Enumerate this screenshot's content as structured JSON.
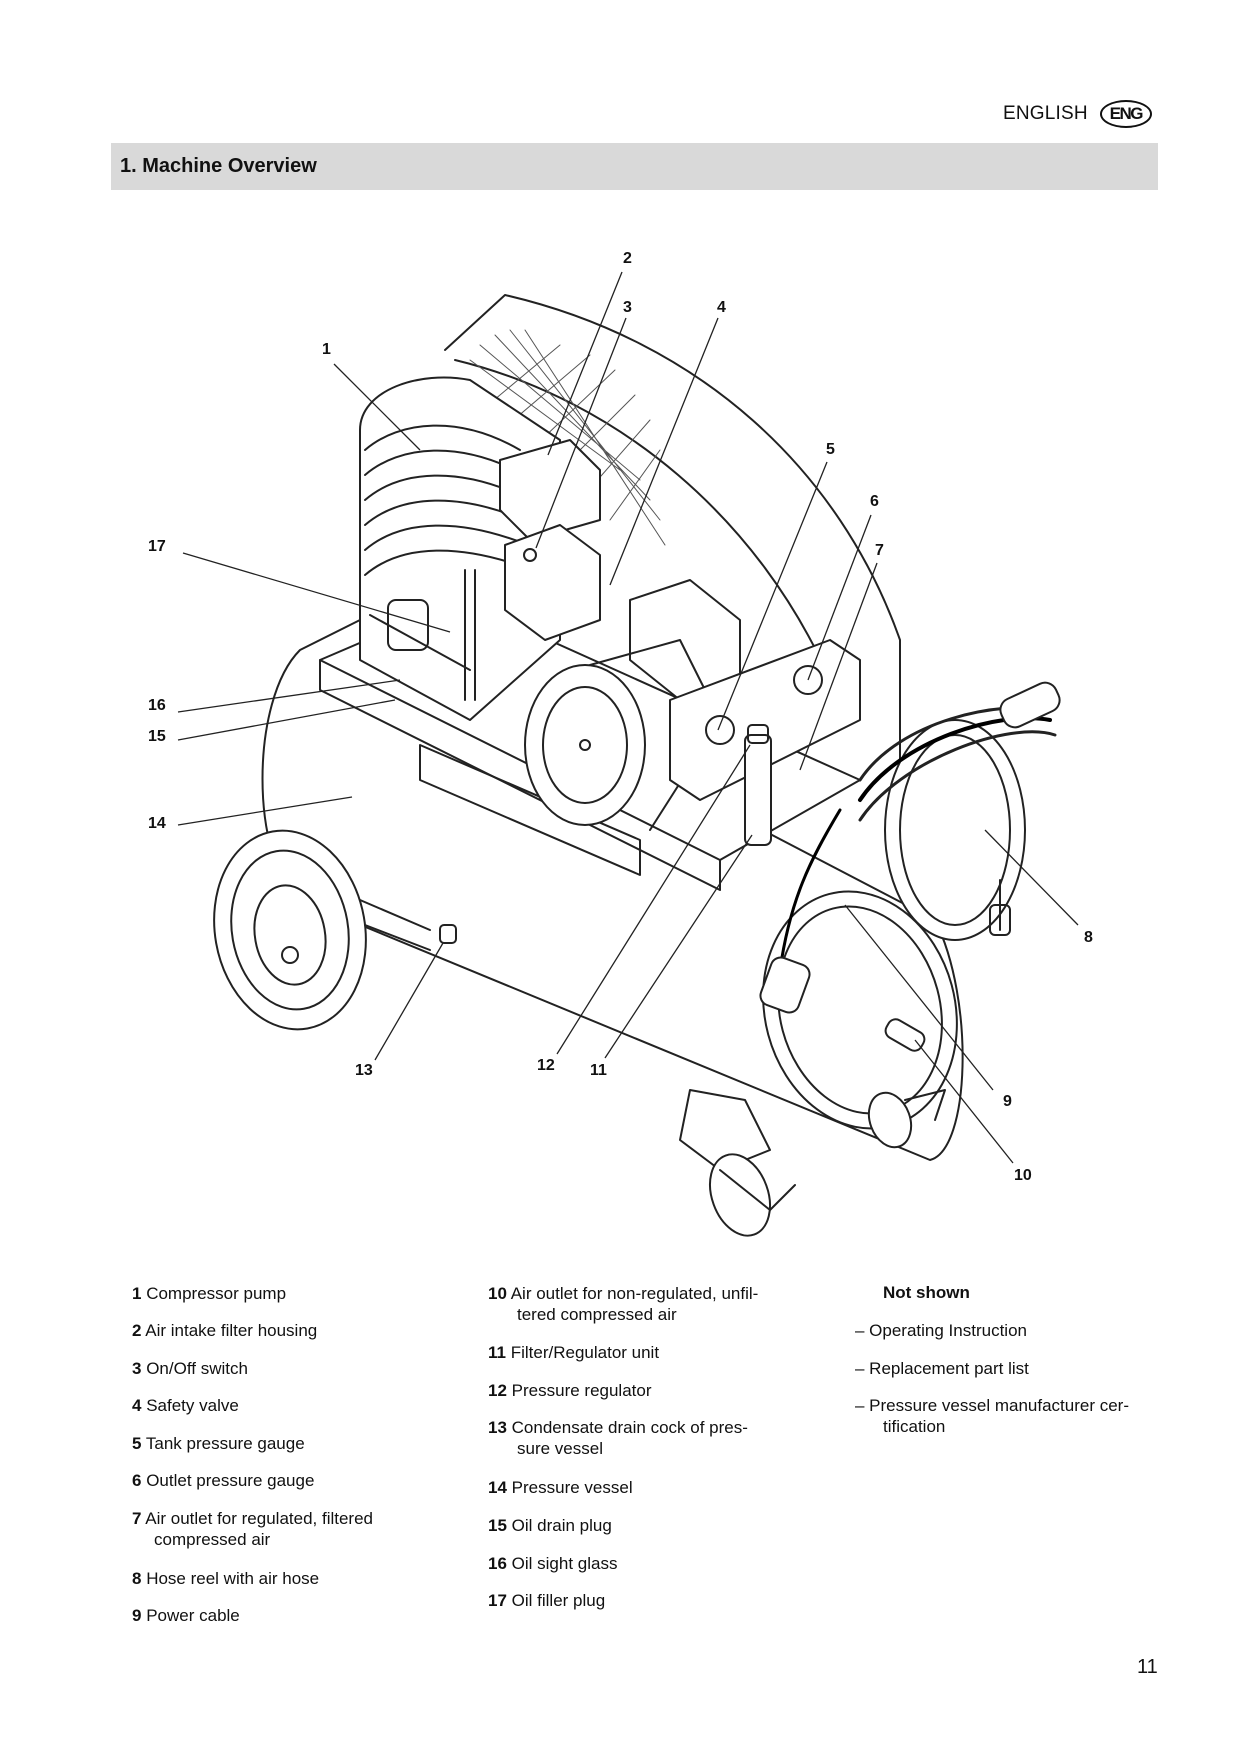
{
  "header": {
    "language_label": "ENGLISH",
    "language_badge": "ENG"
  },
  "section": {
    "title": "1. Machine Overview"
  },
  "diagram": {
    "description": "Line drawing of wheeled air compressor with hose reel",
    "callouts": [
      "1",
      "2",
      "3",
      "4",
      "5",
      "6",
      "7",
      "8",
      "9",
      "10",
      "11",
      "12",
      "13",
      "14",
      "15",
      "16",
      "17"
    ]
  },
  "legend": {
    "column1": [
      {
        "num": "1",
        "text": "Compressor pump",
        "cont": ""
      },
      {
        "num": "2",
        "text": "Air intake filter housing",
        "cont": ""
      },
      {
        "num": "3",
        "text": "On/Off switch",
        "cont": ""
      },
      {
        "num": "4",
        "text": "Safety valve",
        "cont": ""
      },
      {
        "num": "5",
        "text": "Tank pressure gauge",
        "cont": ""
      },
      {
        "num": "6",
        "text": "Outlet pressure gauge",
        "cont": ""
      },
      {
        "num": "7",
        "text": "Air outlet for regulated, filtered",
        "cont": "compressed air"
      },
      {
        "num": "8",
        "text": "Hose reel with air hose",
        "cont": ""
      },
      {
        "num": "9",
        "text": "Power cable",
        "cont": ""
      }
    ],
    "column2": [
      {
        "num": "10",
        "text": " Air outlet for non-regulated, unfil-",
        "cont": "tered compressed air"
      },
      {
        "num": "11",
        "text": "Filter/Regulator unit",
        "cont": ""
      },
      {
        "num": "12",
        "text": "Pressure regulator",
        "cont": ""
      },
      {
        "num": "13",
        "text": "Condensate drain cock of pres-",
        "cont": "sure vessel"
      },
      {
        "num": "14",
        "text": "Pressure vessel",
        "cont": ""
      },
      {
        "num": "15",
        "text": "Oil drain plug",
        "cont": ""
      },
      {
        "num": "16",
        "text": "Oil sight glass",
        "cont": ""
      },
      {
        "num": "17",
        "text": "Oil filler plug",
        "cont": ""
      }
    ],
    "not_shown": {
      "title": "Not shown",
      "items": [
        {
          "text": "– Operating Instruction",
          "cont": ""
        },
        {
          "text": "– Replacement part list",
          "cont": ""
        },
        {
          "text": "– Pressure vessel manufacturer cer-",
          "cont": "tification"
        }
      ]
    }
  },
  "footer": {
    "page_number": "11"
  }
}
